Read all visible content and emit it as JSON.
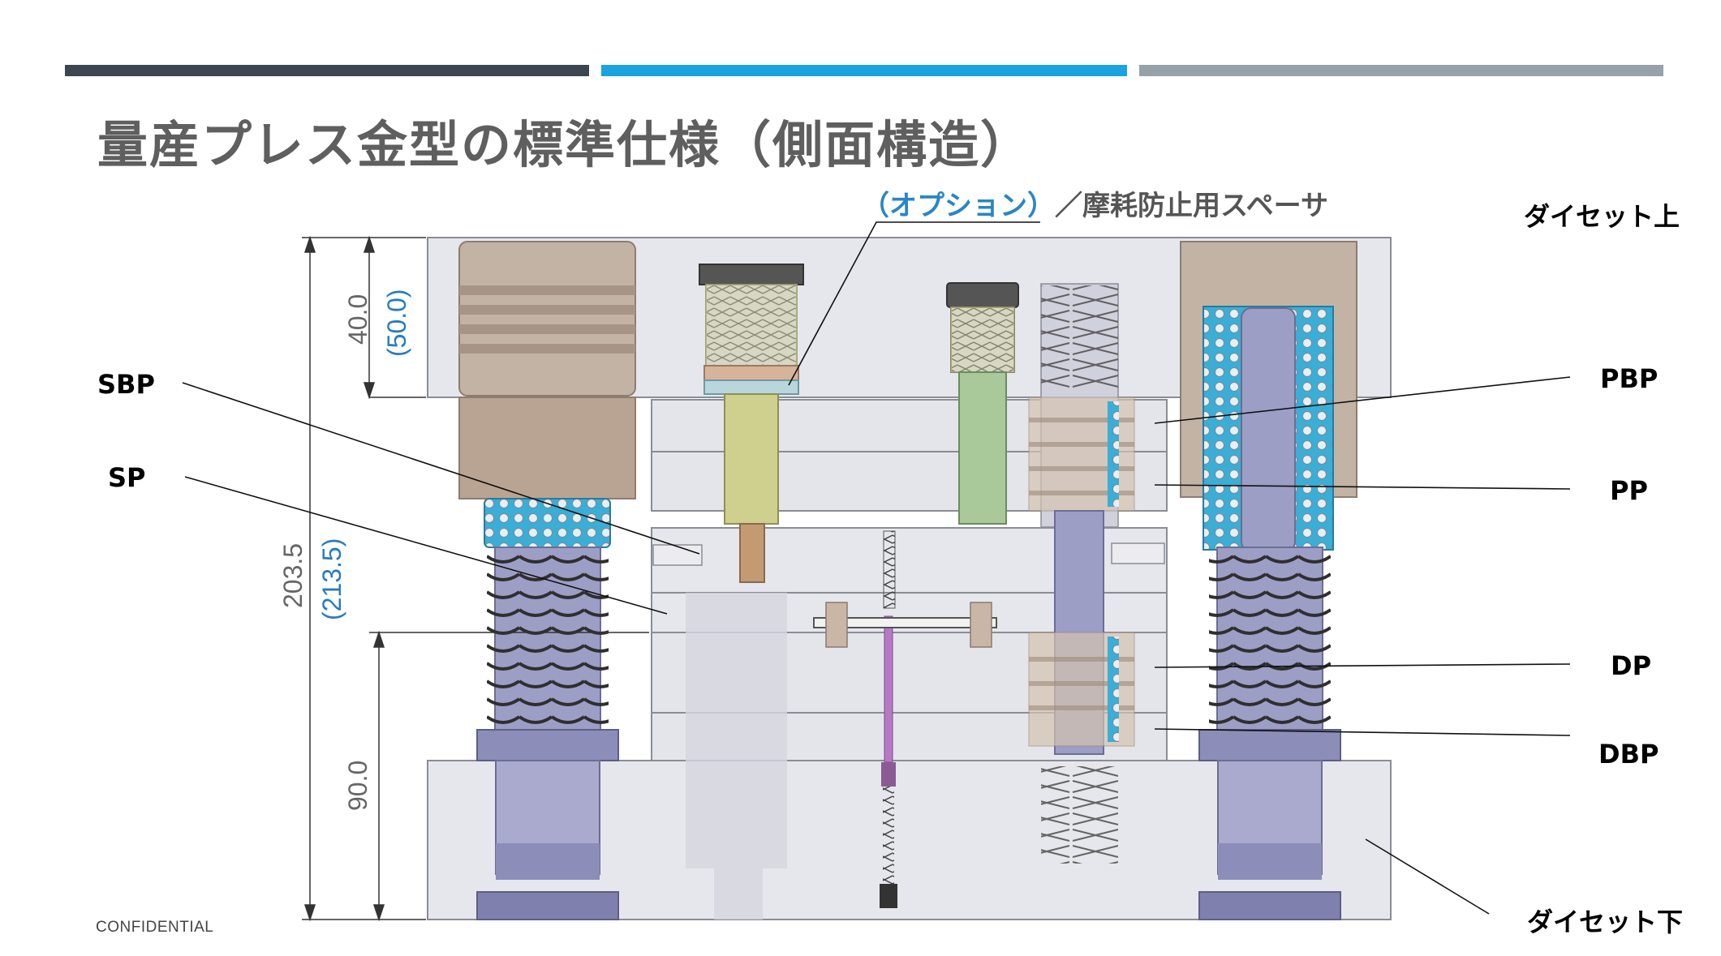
{
  "header_bars": [
    {
      "color": "#3d4650"
    },
    {
      "color": "#1ba3e0"
    },
    {
      "color": "#97a1aa"
    }
  ],
  "title": "量産プレス金型の標準仕様（側面構造）",
  "option_note": {
    "option": "（オプション）",
    "text": "／摩耗防止用スペーサ"
  },
  "labels": {
    "dieset_upper": "ダイセット上",
    "dieset_lower": "ダイセット下",
    "sbp": "SBP",
    "sp": "SP",
    "pbp": "PBP",
    "pp": "PP",
    "dp": "DP",
    "dbp": "DBP"
  },
  "dimensions": {
    "upper_plate": "40.0",
    "upper_plate_option": "(50.0)",
    "total_height": "203.5",
    "total_height_option": "(213.5)",
    "lower_plate": "90.0"
  },
  "colors": {
    "dim_gray": "#666666",
    "dim_blue": "#2a7bbf"
  },
  "footer": "CONFIDENTIAL"
}
